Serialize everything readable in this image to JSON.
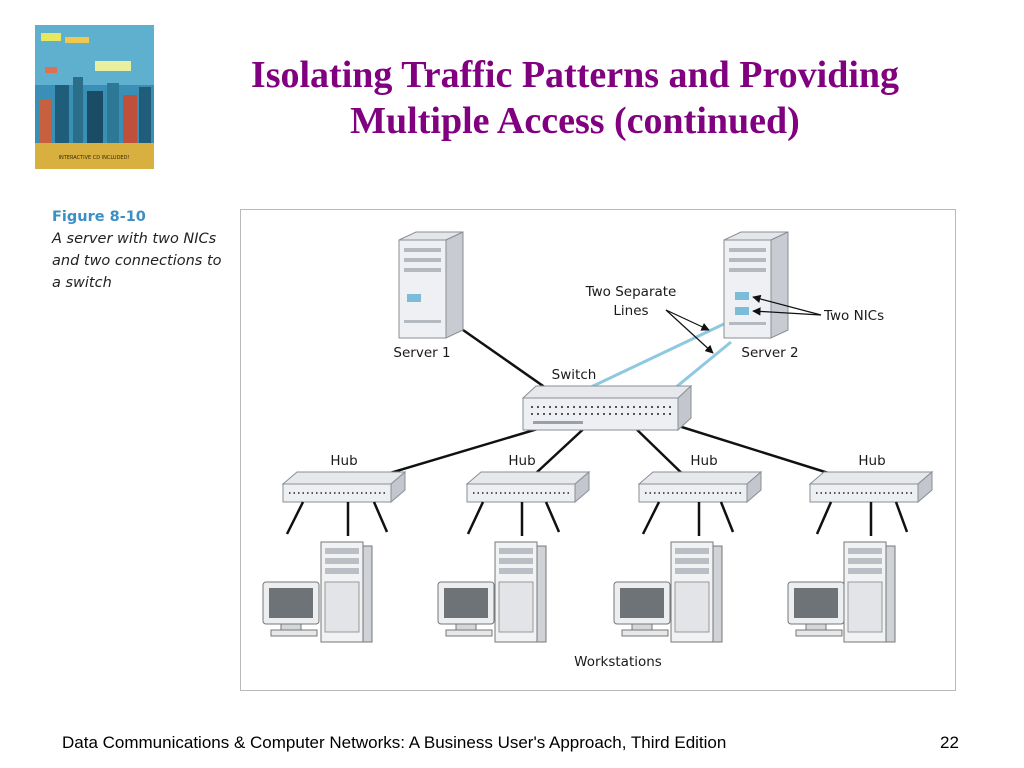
{
  "slide": {
    "title_line1": "Isolating Traffic Patterns and Providing",
    "title_line2": "Multiple Access (continued)",
    "footer": "Data Communications & Computer Networks: A Business User's Approach, Third Edition",
    "page_number": "22"
  },
  "cover": {
    "banner_text": "INTERACTIVE CD INCLUDED!"
  },
  "figure": {
    "label": "Figure 8-10",
    "description": "A server with two NICs and two connections to a switch"
  },
  "diagram": {
    "server1_label": "Server 1",
    "server2_label": "Server 2",
    "switch_label": "Switch",
    "two_lines_label_1": "Two Separate",
    "two_lines_label_2": "Lines",
    "two_nics_label": "Two NICs",
    "hub_labels": [
      "Hub",
      "Hub",
      "Hub",
      "Hub"
    ],
    "workstations_label": "Workstations"
  },
  "colors": {
    "title": "#800080",
    "figure_label": "#3b8fc4",
    "nic_line": "#8ec9e0",
    "cable": "#111111"
  }
}
